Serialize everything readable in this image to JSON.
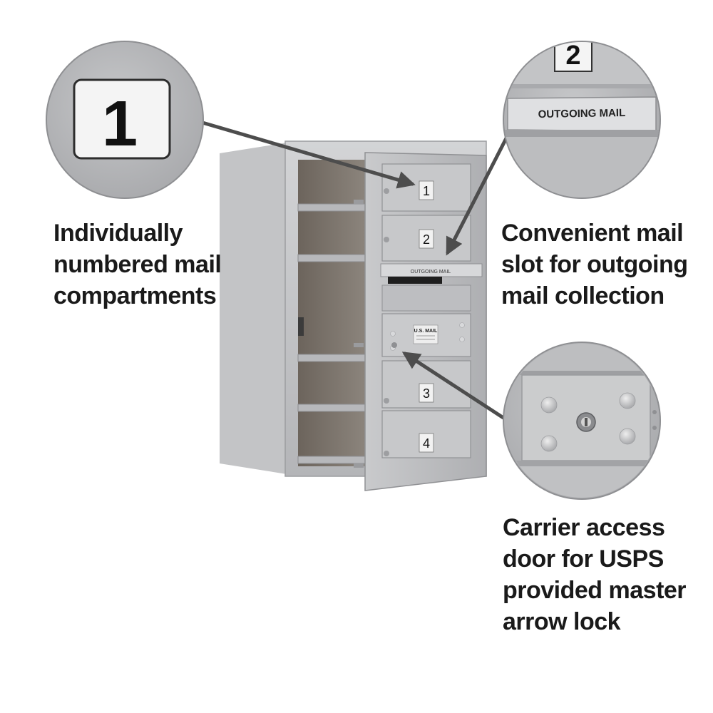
{
  "callouts": {
    "numbered": {
      "lines": [
        "Individually",
        "numbered mail",
        "compartments"
      ],
      "zoom_label": "1"
    },
    "slot": {
      "lines": [
        "Convenient mail",
        "slot for outgoing",
        "mail collection"
      ],
      "zoom_number": "2",
      "zoom_label": "OUTGOING MAIL"
    },
    "carrier": {
      "lines": [
        "Carrier access",
        "door for USPS",
        "provided master",
        "arrow lock"
      ]
    }
  },
  "mailbox": {
    "door_numbers": [
      "1",
      "2",
      "3",
      "4"
    ],
    "slot_label": "OUTGOING MAIL",
    "usps_label": "U.S. MAIL"
  },
  "colors": {
    "background": "#ffffff",
    "metal": "#bfc0c2",
    "callout_arrow": "#4d4d4d",
    "text": "#1a1a1a"
  }
}
